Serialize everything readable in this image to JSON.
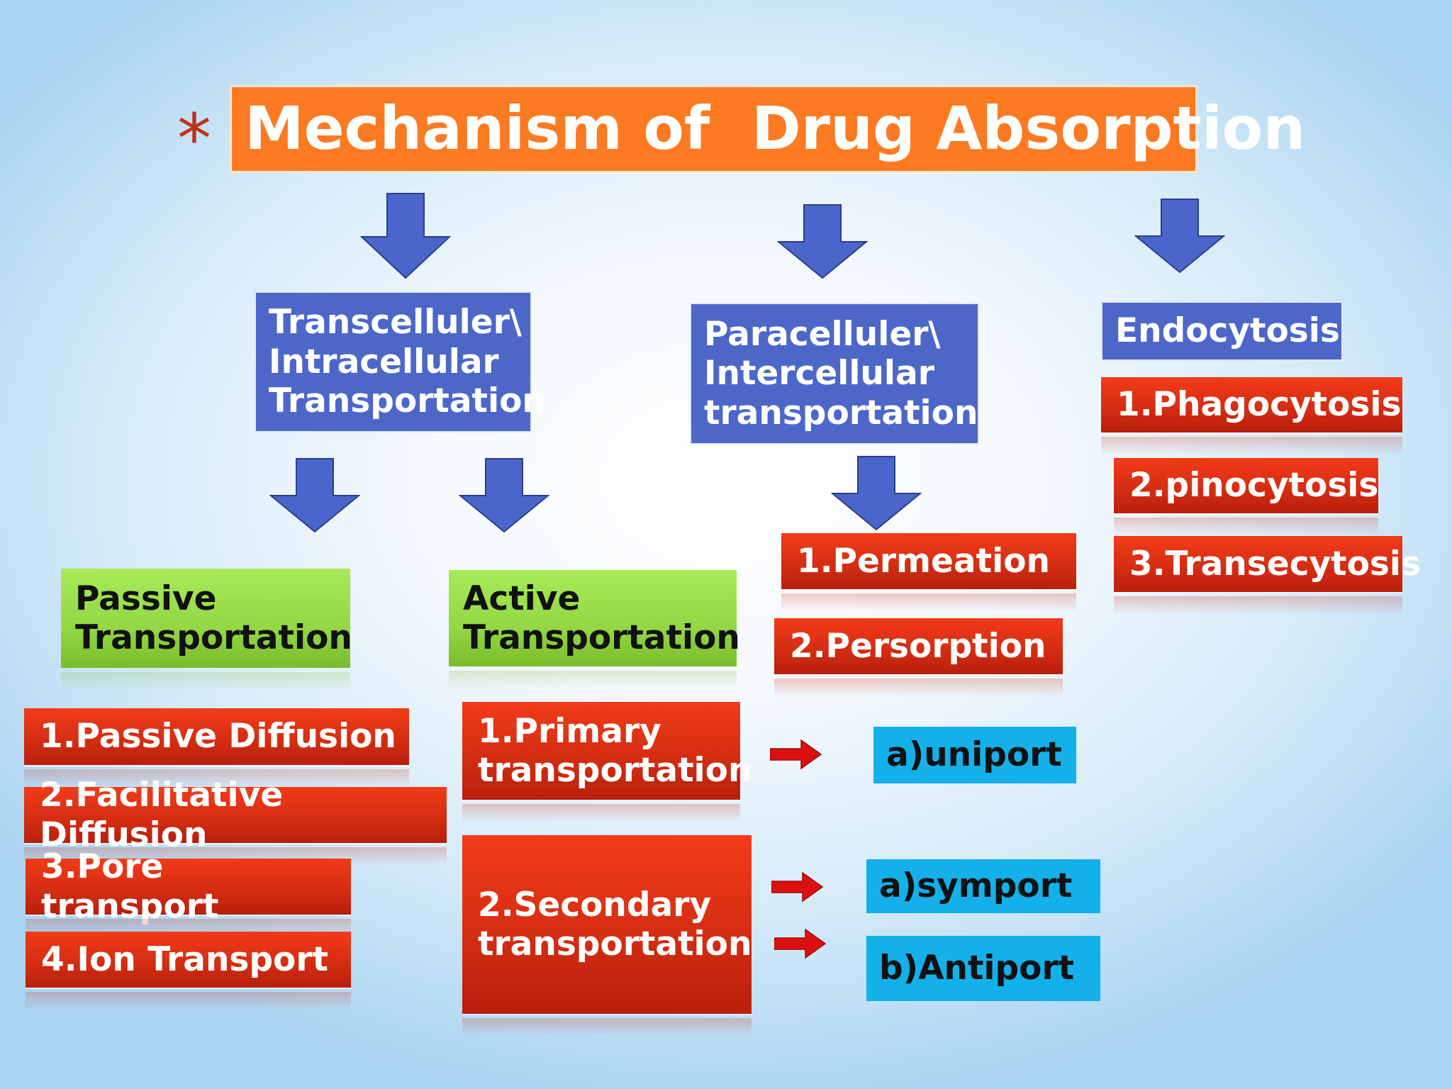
{
  "title": {
    "bullet": "*",
    "text": "Mechanism of  Drug Absorption"
  },
  "branches": {
    "transcellular": "Transcelluler\\\nIntracellular\nTransportation",
    "paracellular": "Paracelluler\\\nIntercellular\ntransportation",
    "endocytosis": "Endocytosis"
  },
  "transcellular_types": {
    "passive": "Passive\nTransportation",
    "active": "Active\nTransportation"
  },
  "passive_items": [
    "1.Passive Diffusion",
    "2.Facilitative Diffusion",
    "3.Pore transport",
    "4.Ion Transport"
  ],
  "active_items": [
    "1.Primary\ntransportation",
    "2.Secondary\ntransportation"
  ],
  "primary_subtypes": [
    "a)uniport"
  ],
  "secondary_subtypes": [
    "a)symport",
    "b)Antiport"
  ],
  "paracellular_items": [
    "1.Permeation",
    "2.Persorption"
  ],
  "endocytosis_items": [
    "1.Phagocytosis",
    "2.pinocytosis",
    "3.Transecytosis"
  ],
  "colors": {
    "title_bg": "#fb7a22",
    "branch_blue": "#4d67c9",
    "item_red": "#d52e12",
    "type_green": "#93d744",
    "subtype_cyan": "#13b0ea",
    "down_arrow": "#4a66cc",
    "right_arrow": "#dd1010",
    "bullet": "#c0311b"
  }
}
